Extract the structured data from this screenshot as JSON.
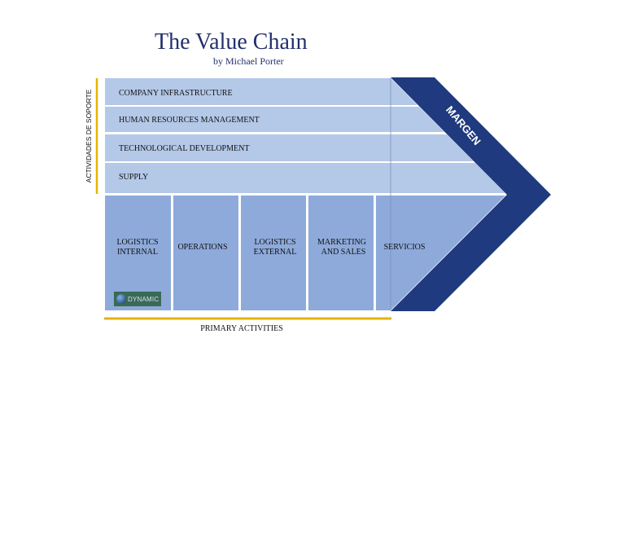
{
  "header": {
    "title": "The Value Chain",
    "subtitle": "by Michael Porter"
  },
  "support": {
    "side_label": "ACTIVIDADES DE SOPORTE",
    "rows": [
      {
        "label": "COMPANY INFRASTRUCTURE"
      },
      {
        "label": "HUMAN RESOURCES MANAGEMENT"
      },
      {
        "label": "TECHNOLOGICAL DEVELOPMENT"
      },
      {
        "label": "SUPPLY"
      }
    ]
  },
  "primary": {
    "bottom_label": "PRIMARY ACTIVITIES",
    "columns": [
      {
        "line1": "LOGISTICS",
        "line2": "INTERNAL"
      },
      {
        "line1": "OPERATIONS",
        "line2": ""
      },
      {
        "line1": "LOGISTICS",
        "line2": "EXTERNAL"
      },
      {
        "line1": "MARKETING",
        "line2": "AND SALES"
      },
      {
        "line1": "SERVICIOS",
        "line2": ""
      }
    ]
  },
  "margin": {
    "label": "MARGEN"
  },
  "logo": {
    "text": "DYNAMIC"
  },
  "colors": {
    "title": "#23306b",
    "support_fill": "#b4c8e8",
    "primary_fill": "#8eaadb",
    "margin_fill": "#1f3a7e",
    "accent_line": "#e5b300",
    "divider": "#ffffff"
  }
}
